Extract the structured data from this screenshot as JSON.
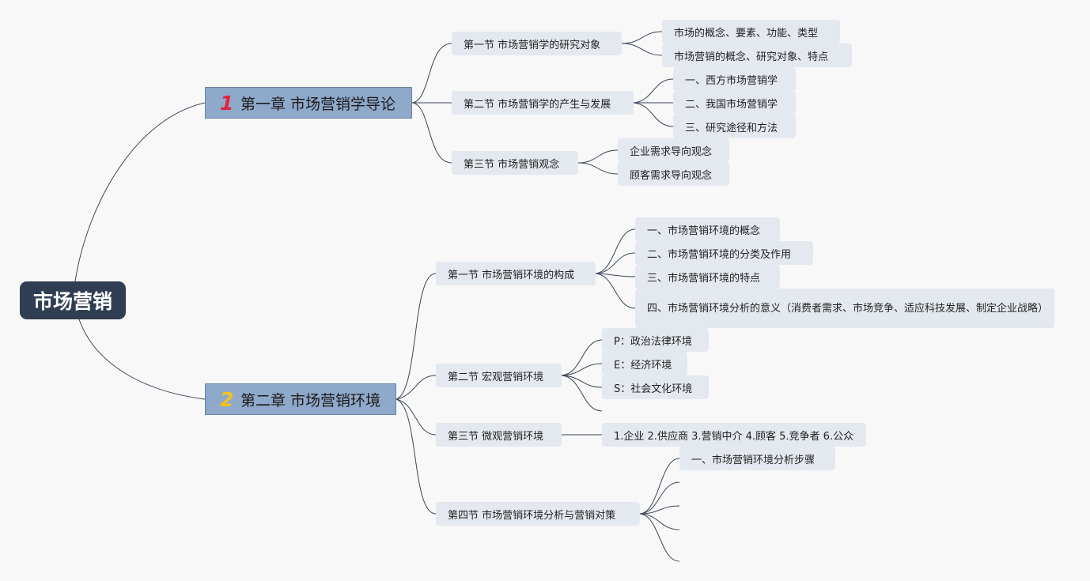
{
  "root": {
    "label": "市场营销"
  },
  "colors": {
    "root_bg": "#2f3e52",
    "chapter_bg": "#8fa9cb",
    "node_bg": "#e4e8ef",
    "badge_1": "#e0233c",
    "badge_2": "#f3c21a",
    "line": "#3a4556"
  },
  "chapters": [
    {
      "badge": "1",
      "label": "第一章 市场营销学导论",
      "sections": [
        {
          "label": "第一节 市场营销学的研究对象",
          "items": [
            "市场的概念、要素、功能、类型",
            "市场营销的概念、研究对象、特点"
          ]
        },
        {
          "label": "第二节 市场营销学的产生与发展",
          "items": [
            "一、西方市场营销学",
            "二、我国市场营销学",
            "三、研究途径和方法"
          ]
        },
        {
          "label": "第三节 市场营销观念",
          "items": [
            "企业需求导向观念",
            "顾客需求导向观念"
          ]
        }
      ]
    },
    {
      "badge": "2",
      "label": "第二章 市场营销环境",
      "sections": [
        {
          "label": "第一节 市场营销环境的构成",
          "items": [
            "一、市场营销环境的概念",
            "二、市场营销环境的分类及作用",
            "三、市场营销环境的特点",
            "四、市场营销环境分析的意义（消费者需求、市场竞争、适应科技发展、制定企业战略）"
          ]
        },
        {
          "label": "第二节 宏观营销环境",
          "items": [
            "P：政治法律环境",
            "E：经济环境",
            "S：社会文化环境",
            ""
          ]
        },
        {
          "label": "第三节 微观营销环境",
          "items": [
            "1.企业 2.供应商 3.营销中介 4.顾客 5.竞争者 6.公众"
          ]
        },
        {
          "label": "第四节 市场营销环境分析与营销对策",
          "items": [
            "一、市场营销环境分析步骤",
            "",
            "",
            "",
            ""
          ]
        }
      ]
    }
  ]
}
